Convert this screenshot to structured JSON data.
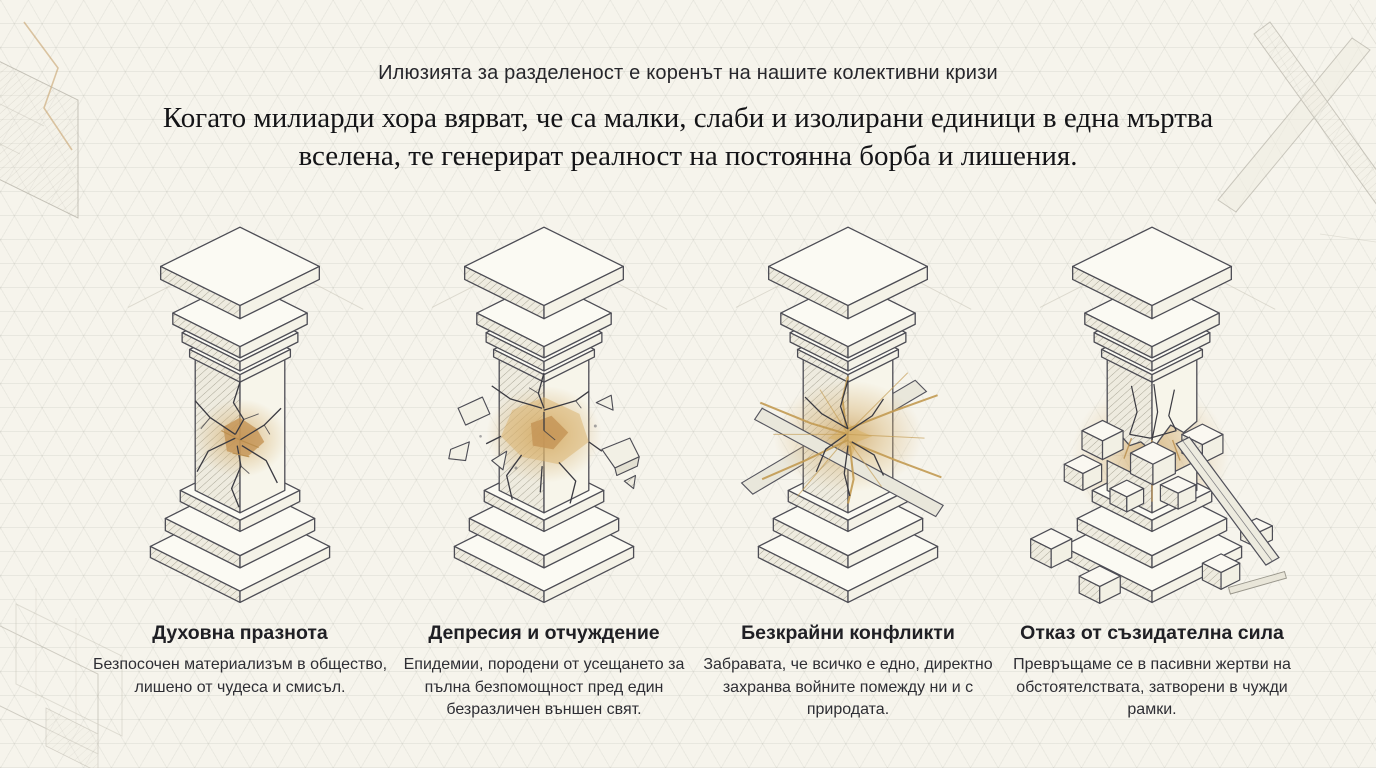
{
  "slide": {
    "kicker": "Илюзията за разделеност е коренът на нашите колективни кризи",
    "heading": "Когато милиарди хора вярват, че са малки, слаби и изолирани единици в една мъртва вселена, те генерират реалност на постоянна борба и лишения."
  },
  "pillars": [
    {
      "id": "spiritual-emptiness",
      "title": "Духовна празнота",
      "description": "Безпосочен материализъм в общество, лишено от чудеса и смисъл.",
      "illustration": "cracked-pillar"
    },
    {
      "id": "depression-alienation",
      "title": "Депресия и отчуждение",
      "description": "Епидемии, породени от усещането за пълна безпомощност пред един безразличен външен свят.",
      "illustration": "shattering-pillar-with-debris"
    },
    {
      "id": "endless-conflicts",
      "title": "Безкрайни конфликти",
      "description": "Забравата, че всичко е едно, директно захранва войните помежду ни и с природата.",
      "illustration": "bursting-pillar-golden-rays"
    },
    {
      "id": "refusal-of-creative-power",
      "title": "Отказ от съзидателна сила",
      "description": "Превръщаме се в пасивни жертви на обстоятелствата, затворени в чужди рамки.",
      "illustration": "crumbling-pillar-into-blocks"
    }
  ],
  "colors": {
    "background": "#f6f4ec",
    "grid_line": "#d9d6c9",
    "sketch_ink": "#4d4d55",
    "accent_amber": "#c79a54",
    "text_primary": "#141417",
    "text_secondary": "#2e2e34"
  }
}
